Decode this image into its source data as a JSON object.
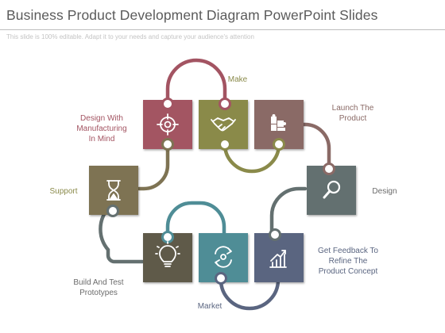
{
  "header": {
    "title": "Business Product Development Diagram PowerPoint Slides",
    "subtitle": "This slide is 100% editable. Adapt it to your needs and capture your audience's attention"
  },
  "labels": {
    "make": "Make",
    "design_with_manufacturing": "Design With\nManufacturing\nIn Mind",
    "launch_the_product": "Launch The\nProduct",
    "support": "Support",
    "design": "Design",
    "get_feedback": "Get Feedback To\nRefine The\nProduct Concept",
    "build_and_test": "Build And Test\nPrototypes",
    "market": "Market"
  },
  "colors": {
    "crimson": "#a35462",
    "olive": "#8a8a4a",
    "taupe": "#8a6a66",
    "khaki": "#7e7353",
    "slate": "#647070",
    "bronze": "#5f5a4a",
    "teal": "#4f8d96",
    "navy": "#5a6580",
    "label_crimson": "#a35462",
    "label_olive": "#8a8a4a",
    "label_gray": "#6b6b6b",
    "label_taupe": "#8a6a66",
    "label_navy": "#5a6580"
  },
  "icons": {
    "tile_1": "crosshair-icon",
    "tile_2": "handshake-icon",
    "tile_3": "puzzle-pieces-icon",
    "tile_4": "hourglass-icon",
    "tile_5": "magnifier-icon",
    "tile_6": "lightbulb-icon",
    "tile_7": "refresh-cycle-icon",
    "tile_8": "growth-chart-icon"
  }
}
